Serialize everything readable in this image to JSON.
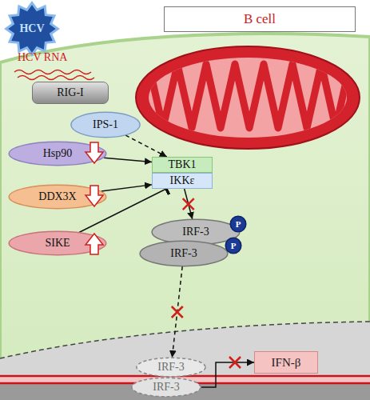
{
  "diagram": {
    "nodes": [
      {
        "text": [
          "B cell"
        ]
      },
      {
        "text": [
          "HCV"
        ]
      },
      {
        "text": [
          "RIG-I"
        ]
      },
      {
        "text": [
          "IPS-1"
        ]
      },
      {
        "text": [
          "Hsp90"
        ]
      },
      {
        "text": [
          "TBK1"
        ]
      },
      {
        "text": [
          "DDX3X"
        ]
      },
      {
        "text": [
          "IKKε"
        ]
      },
      {
        "text": [
          "SIKE"
        ]
      },
      {
        "text": [
          "IRF-3"
        ]
      },
      {
        "text": [
          "P"
        ]
      },
      {
        "text": [
          "IRF-3"
        ]
      },
      {
        "text": [
          "P"
        ]
      },
      {
        "text": [
          "IRF-3"
        ]
      },
      {
        "text": [
          "IRF-3"
        ]
      },
      {
        "text": [
          "IFN-β"
        ]
      }
    ],
    "edges": [
      {
        "from": 3,
        "to": 5,
        "arrow": "to"
      },
      {
        "from": 4,
        "to": 5,
        "arrow": "to"
      },
      {
        "from": 6,
        "to": 7,
        "arrow": "to"
      },
      {
        "from": 8,
        "to": 7,
        "arrow": "to"
      },
      {
        "from": 7,
        "to": 9,
        "arrow": "to"
      },
      {
        "from": 11,
        "to": 13,
        "arrow": "to"
      },
      {
        "from": 14,
        "to": 15,
        "arrow": "to"
      }
    ],
    "labels": [
      "HCV RNA"
    ]
  }
}
